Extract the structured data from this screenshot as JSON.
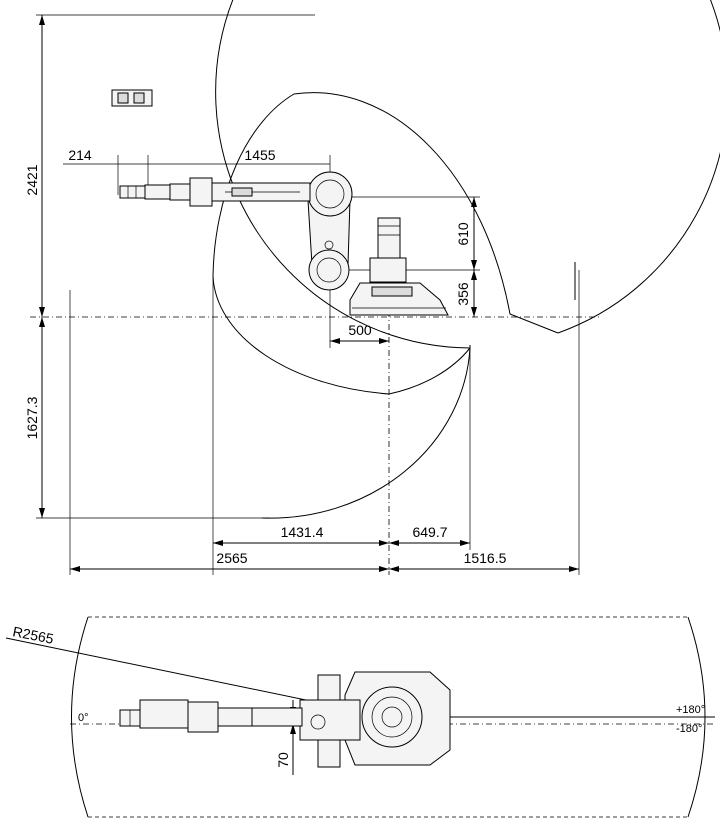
{
  "side_view": {
    "height_above": "2421",
    "depth_below": "1627.3",
    "wrist_offset": "214",
    "arm_length": "1455",
    "shoulder_height": "610",
    "base_height": "356",
    "shoulder_offset": "500",
    "inner_reach": "1431.4",
    "rear_inner": "649.7",
    "max_reach": "2565",
    "rear_reach": "1516.5"
  },
  "top_view": {
    "radius": "R2565",
    "angle_start": "0°",
    "angle_pos": "+180°",
    "angle_neg": "-180°",
    "offset": "70"
  }
}
